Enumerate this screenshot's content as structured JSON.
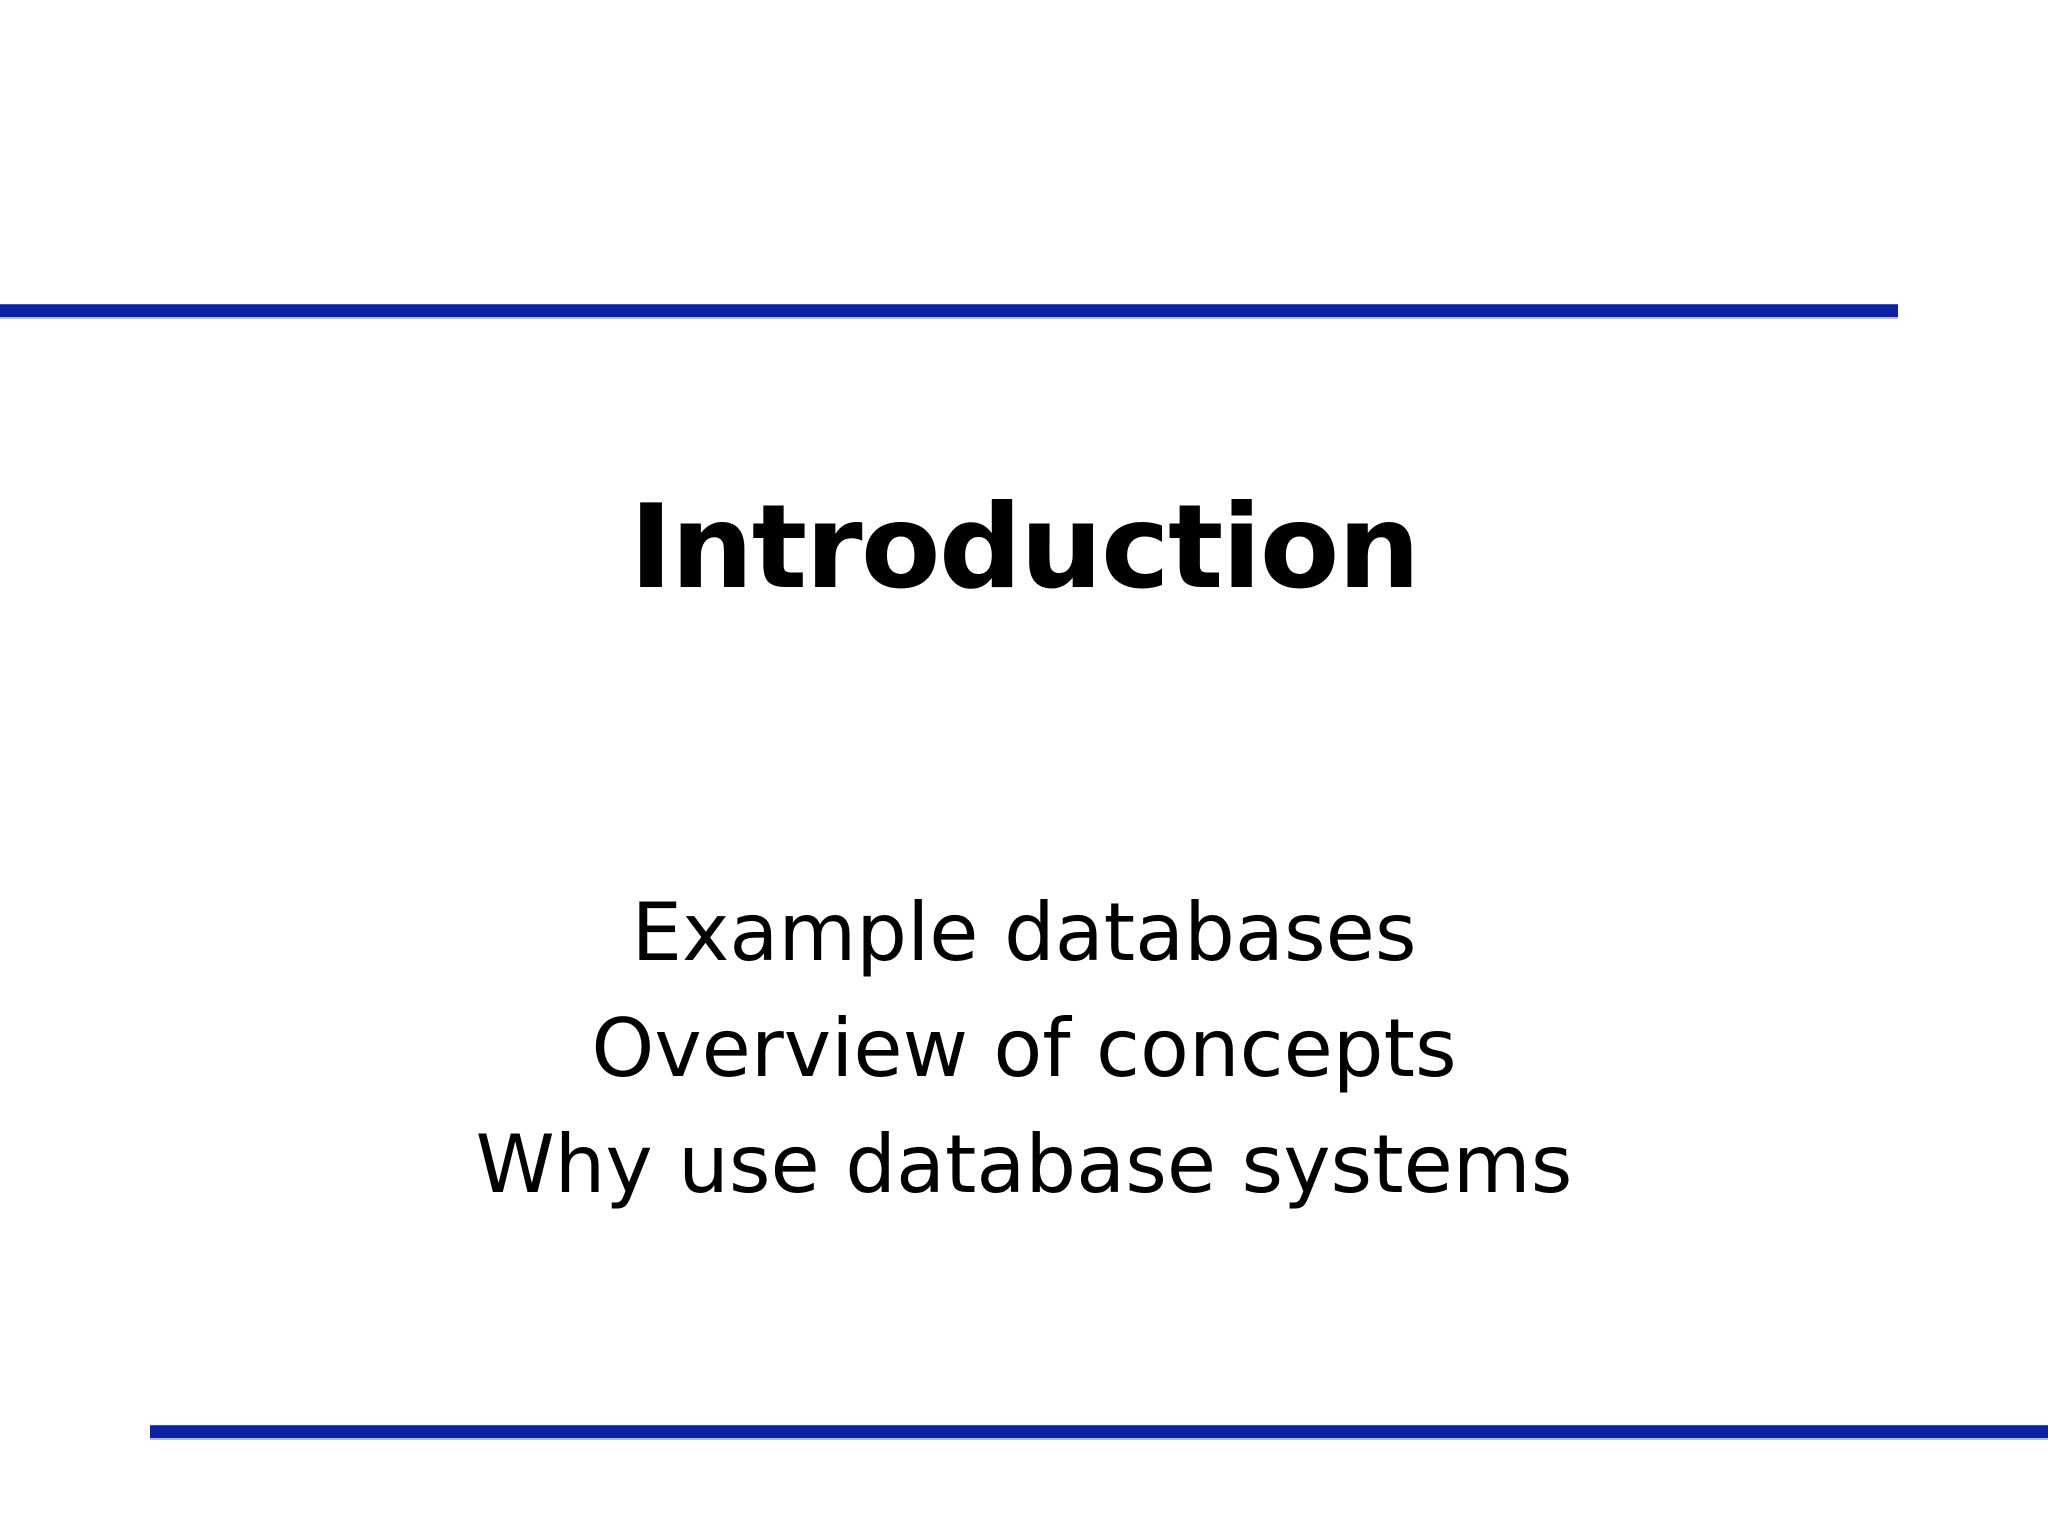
{
  "slide": {
    "title": "Introduction",
    "subtitle_lines": [
      "Example databases",
      "Overview of concepts",
      "Why use database systems"
    ],
    "colors": {
      "accent_rule": "#0b23a2",
      "accent_rule_edge": "#aabbe6",
      "background": "#ffffff",
      "text": "#000000"
    }
  }
}
